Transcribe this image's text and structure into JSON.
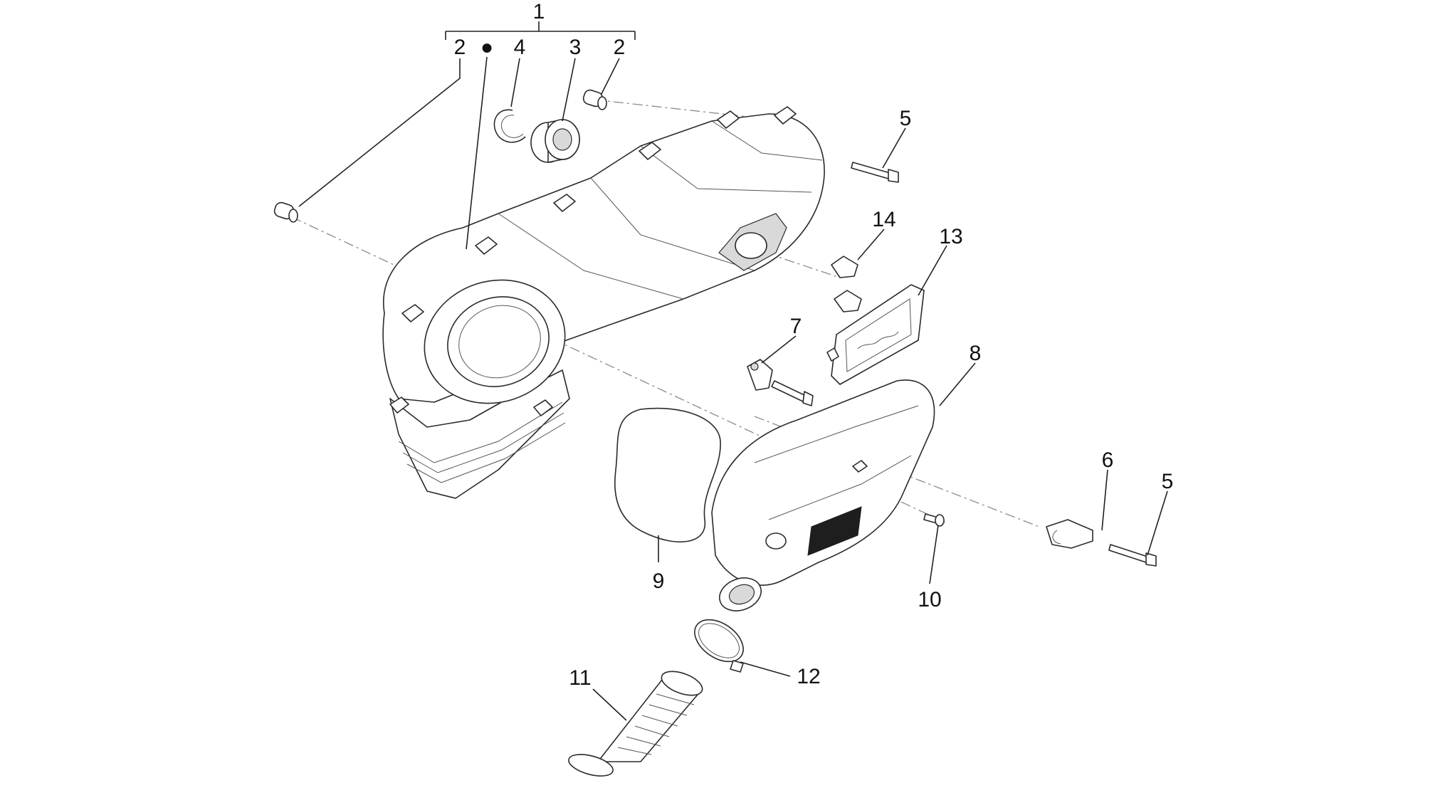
{
  "callouts": [
    {
      "id": "c1",
      "label": "1"
    },
    {
      "id": "c2a",
      "label": "2"
    },
    {
      "id": "c4",
      "label": "4"
    },
    {
      "id": "c3",
      "label": "3"
    },
    {
      "id": "c2b",
      "label": "2"
    },
    {
      "id": "c5a",
      "label": "5"
    },
    {
      "id": "c14",
      "label": "14"
    },
    {
      "id": "c13",
      "label": "13"
    },
    {
      "id": "c7",
      "label": "7"
    },
    {
      "id": "c8",
      "label": "8"
    },
    {
      "id": "c6",
      "label": "6"
    },
    {
      "id": "c5b",
      "label": "5"
    },
    {
      "id": "c9",
      "label": "9"
    },
    {
      "id": "c10",
      "label": "10"
    },
    {
      "id": "c11",
      "label": "11"
    },
    {
      "id": "c12",
      "label": "12"
    }
  ],
  "bullet_marker": "●"
}
